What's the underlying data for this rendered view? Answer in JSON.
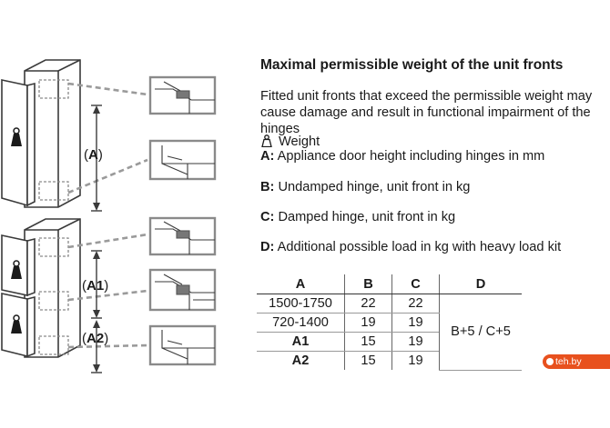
{
  "title": "Maximal permissible weight of the unit fronts",
  "intro_lines": [
    "Fitted unit fronts that exceed the permissible weight may",
    "cause damage and result in functional impairment of the",
    "hinges"
  ],
  "legend": {
    "weight": "Weight",
    "a_key": "A:",
    "a_text": "Appliance door height including hinges in mm",
    "b_key": "B:",
    "b_text": "Undamped hinge, unit front in kg",
    "c_key": "C:",
    "c_text": "Damped hinge, unit front in kg",
    "d_key": "D:",
    "d_text": "Additional possible load in kg with heavy load kit"
  },
  "diagram_labels": {
    "dim_a": "A",
    "dim_a1": "A1",
    "dim_a2": "A2",
    "paren_open": "(",
    "paren_close": ")"
  },
  "table": {
    "headers": [
      "A",
      "B",
      "C",
      "D"
    ],
    "rows": [
      {
        "a": "1500-1750",
        "b": "22",
        "c": "22",
        "bold": false
      },
      {
        "a": "720-1400",
        "b": "19",
        "c": "19",
        "bold": false
      },
      {
        "a": "A1",
        "b": "15",
        "c": "19",
        "bold": true
      },
      {
        "a": "A2",
        "b": "15",
        "c": "19",
        "bold": true
      }
    ],
    "d_value": "B+5 / C+5"
  },
  "watermark": "teh.by",
  "colors": {
    "line": "#3a3a3a",
    "dashed": "#9a9a9a",
    "box_border": "#8a8a8a",
    "hinge": "#6a6a6a",
    "door_fill": "#ffffff",
    "watermark_bg": "#e8511e"
  }
}
